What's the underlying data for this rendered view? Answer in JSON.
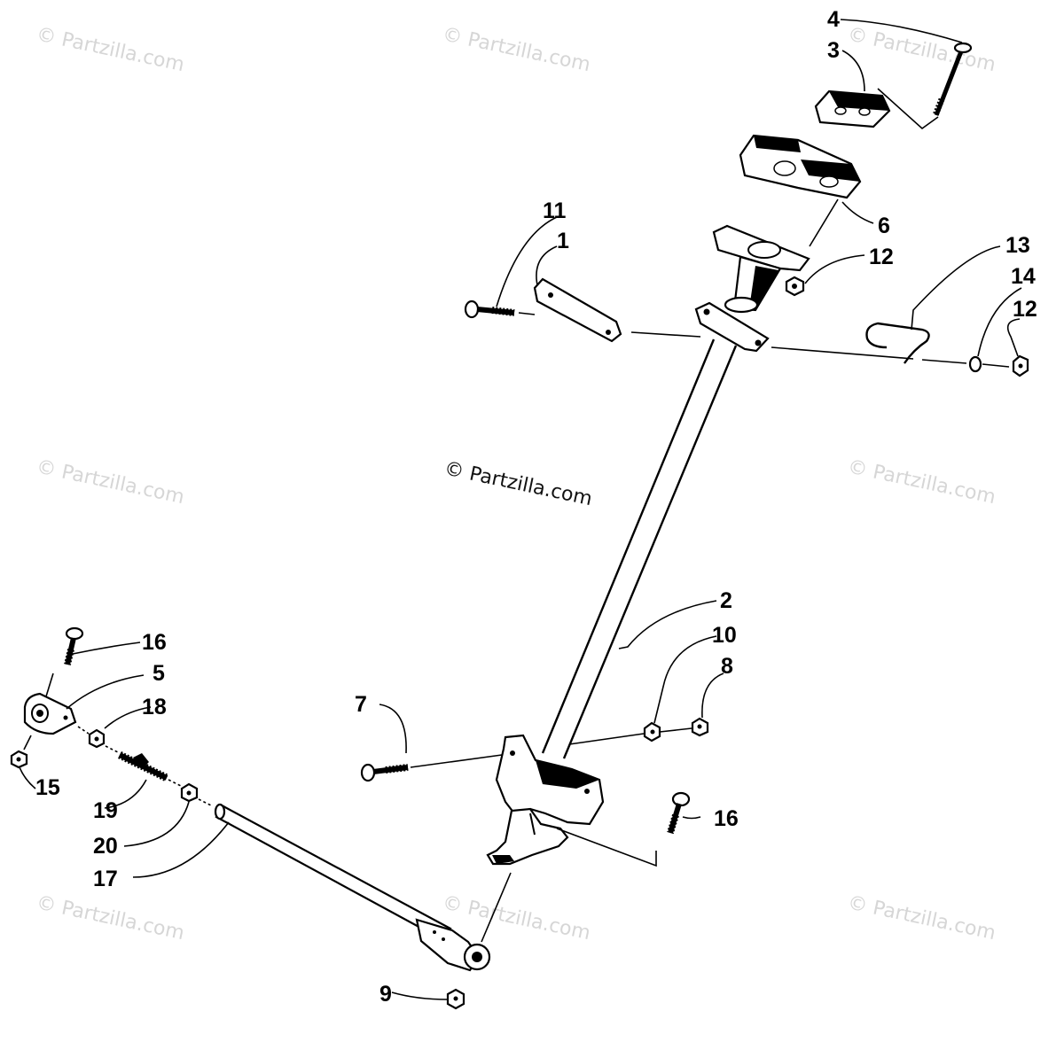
{
  "watermark": {
    "text": "© Partzilla.com",
    "main_text": "© Partzilla.com"
  },
  "callouts": {
    "c1": "1",
    "c2": "2",
    "c3": "3",
    "c4": "4",
    "c5": "5",
    "c6": "6",
    "c7": "7",
    "c8": "8",
    "c9": "9",
    "c10": "10",
    "c11": "11",
    "c12a": "12",
    "c12b": "12",
    "c13": "13",
    "c14": "14",
    "c15": "15",
    "c16a": "16",
    "c16b": "16",
    "c17": "17",
    "c18": "18",
    "c19": "19",
    "c20": "20"
  },
  "colors": {
    "ink": "#000000",
    "background": "#ffffff",
    "watermark": "#d6d6d6"
  }
}
